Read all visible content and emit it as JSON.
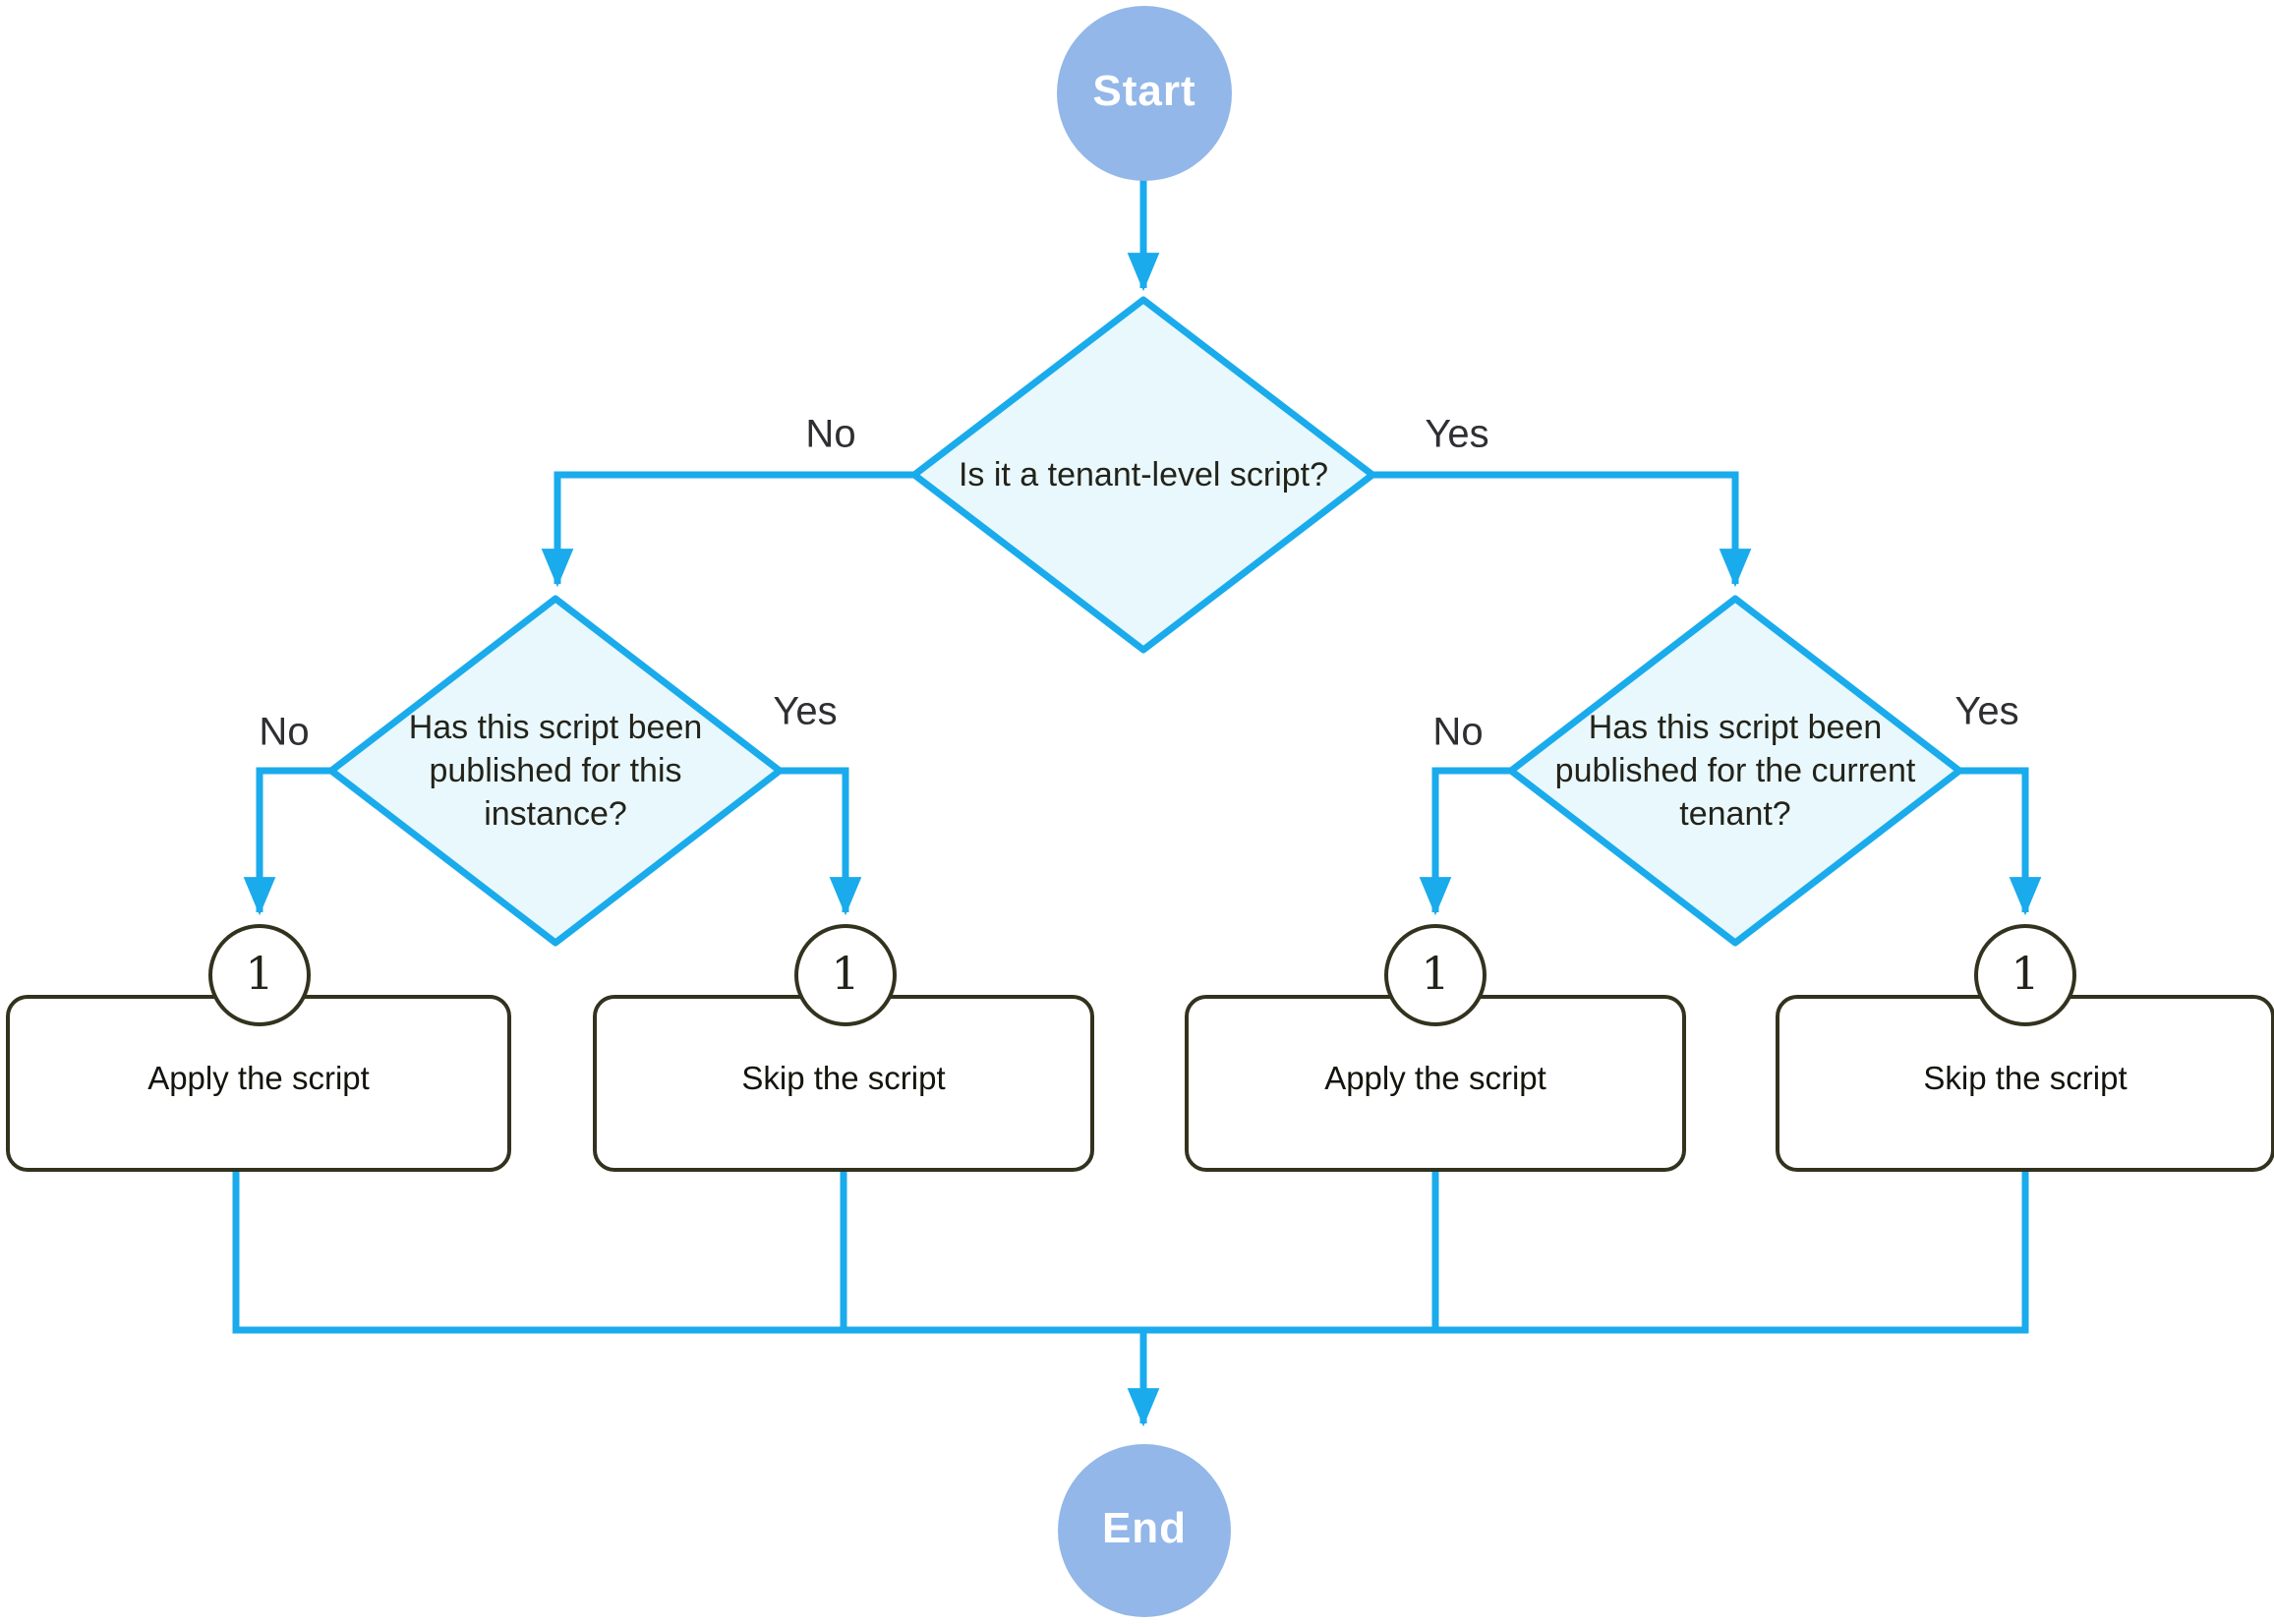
{
  "flowchart": {
    "nodes": {
      "start": {
        "label": "Start"
      },
      "end": {
        "label": "End"
      },
      "decision_tenant_level": {
        "label": "Is it a tenant-level script?"
      },
      "decision_published_instance": {
        "label": "Has this script been published for this instance?"
      },
      "decision_published_tenant": {
        "label": "Has this script been published for the current tenant?"
      },
      "apply_left": {
        "label": "Apply the script",
        "badge": "1"
      },
      "skip_left": {
        "label": "Skip the script",
        "badge": "1"
      },
      "apply_right": {
        "label": "Apply the script",
        "badge": "1"
      },
      "skip_right": {
        "label": "Skip the script",
        "badge": "1"
      }
    },
    "edge_labels": {
      "tenant_no": "No",
      "tenant_yes": "Yes",
      "instance_no": "No",
      "instance_yes": "Yes",
      "current_no": "No",
      "current_yes": "Yes"
    },
    "colors": {
      "connector_blue": "#1aabec",
      "terminal_fill": "#92b7e8",
      "terminal_text": "#ffffff",
      "decision_fill": "#e9f8fc",
      "process_border": "#32321e",
      "node_text": "#23231a",
      "edge_label_text": "#2f2f33"
    }
  }
}
